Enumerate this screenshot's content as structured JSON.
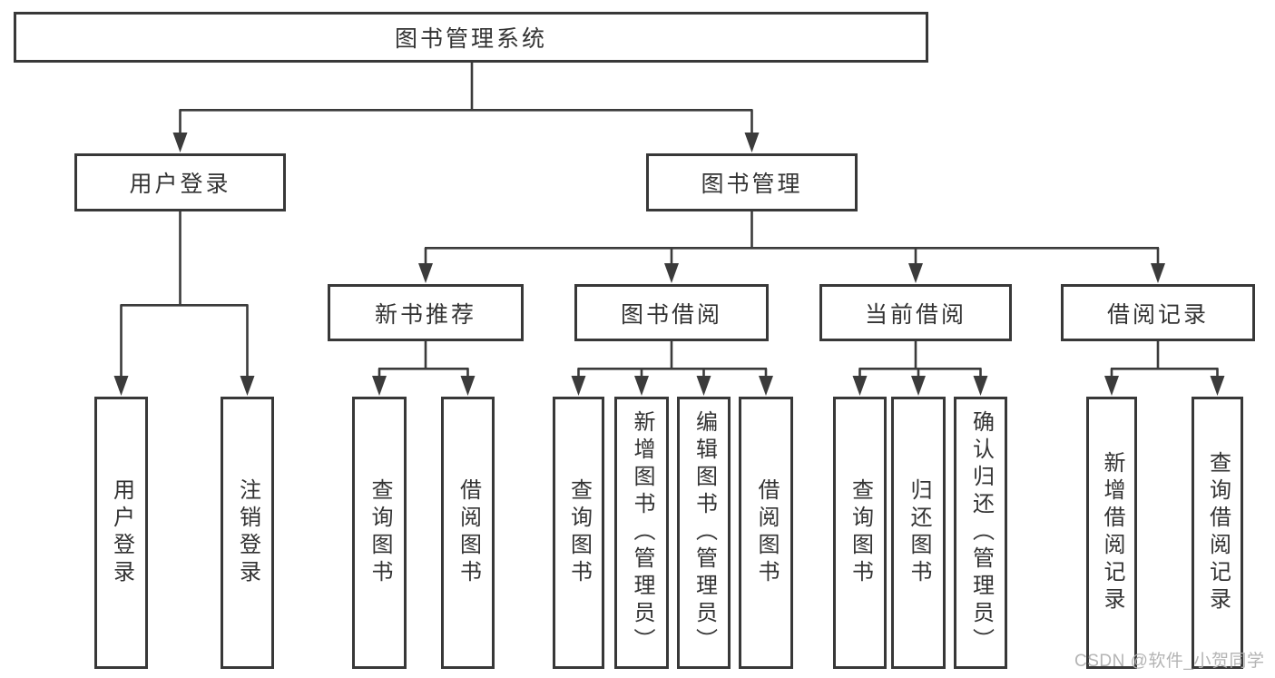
{
  "diagram": {
    "title_node": "root",
    "root": {
      "label": "图书管理系统"
    },
    "branches": {
      "user_login": {
        "label": "用户登录",
        "children": {
          "login": {
            "label": "用户登录"
          },
          "logout": {
            "label": "注销登录"
          }
        }
      },
      "book_management": {
        "label": "图书管理",
        "children": {
          "new_book_recommend": {
            "label": "新书推荐",
            "children": {
              "query_books": {
                "label": "查询图书"
              },
              "borrow_books": {
                "label": "借阅图书"
              }
            }
          },
          "book_borrowing": {
            "label": "图书借阅",
            "children": {
              "query_books": {
                "label": "查询图书"
              },
              "add_books_admin": {
                "label": "新增图书（管理员）"
              },
              "edit_books_admin": {
                "label": "编辑图书（管理员）"
              },
              "borrow_books": {
                "label": "借阅图书"
              }
            }
          },
          "current_borrowing": {
            "label": "当前借阅",
            "children": {
              "query_books": {
                "label": "查询图书"
              },
              "return_books": {
                "label": "归还图书"
              },
              "confirm_return_admin": {
                "label": "确认归还（管理员）"
              }
            }
          },
          "borrowing_records": {
            "label": "借阅记录",
            "children": {
              "add_borrow_record": {
                "label": "新增借阅记录"
              },
              "query_borrow_record": {
                "label": "查询借阅记录"
              }
            }
          }
        }
      }
    }
  },
  "watermark": {
    "text": "CSDN @软件_小贺同学"
  },
  "colors": {
    "line": "#3b3b3b",
    "box_border": "#383838",
    "text": "#333333",
    "watermark": "#b0b0b0",
    "background": "#ffffff"
  }
}
